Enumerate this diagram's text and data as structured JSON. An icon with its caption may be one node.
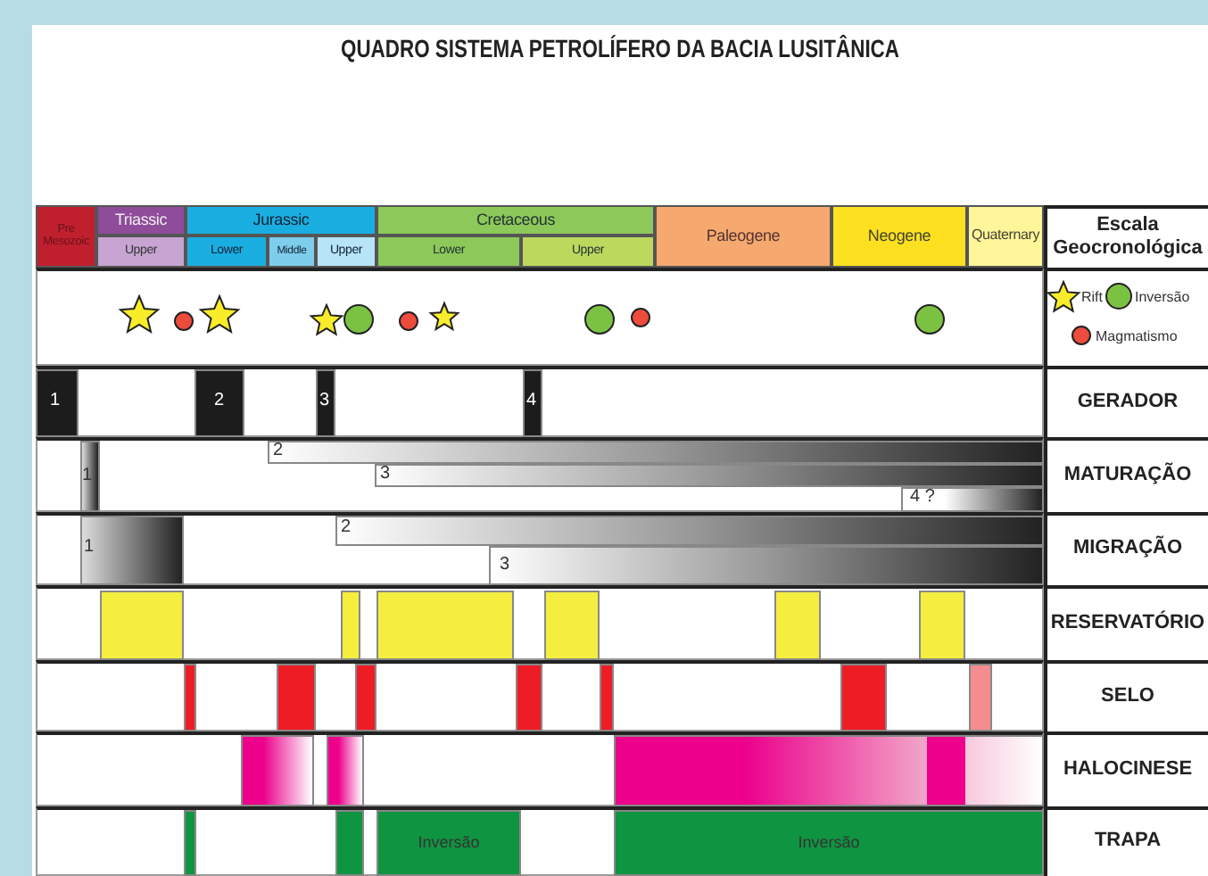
{
  "diagram": {
    "title": "QUADRO SISTEMA PETROLÍFERO DA BACIA LUSITÂNICA",
    "labels": [
      "Pre Mesozoic",
      "Triassic",
      "Jurassic",
      "Cretaceous",
      "Paleogene",
      "Neogene",
      "Quaternary",
      "Escala Geocronológica",
      "Upper",
      "Lower",
      "Middle",
      "Upper",
      "Lower",
      "Upper",
      "1",
      "2",
      "3",
      "4",
      "GERADOR",
      "2",
      "1",
      "3",
      "4 ?",
      "MATURAÇÃO",
      "2",
      "1",
      "3",
      "MIGRAÇÃO",
      "RESERVATÓRIO",
      "SELO",
      "HALOCINESE",
      "Inversão",
      "Inversão",
      "TRAPA"
    ],
    "legend": [
      {
        "text": "Rift"
      },
      {
        "text": "Inversão"
      },
      {
        "text": "Magmatismo"
      }
    ]
  }
}
